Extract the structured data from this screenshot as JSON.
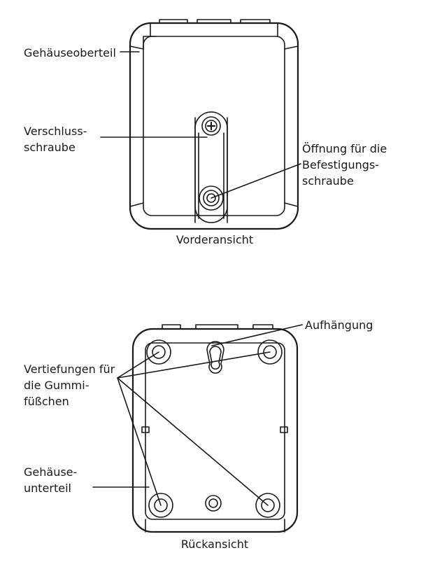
{
  "front_view": {
    "caption": "Vorderansicht",
    "labels": {
      "housing_top": "Gehäuseoberteil",
      "locking_screw": [
        "Verschluss-",
        "schraube"
      ],
      "mounting_hole": [
        "Öffnung für die",
        "Befestigungs-",
        "schraube"
      ]
    }
  },
  "back_view": {
    "caption": "Rückansicht",
    "labels": {
      "hanger": "Aufhängung",
      "rubber_feet_recesses": [
        "Vertiefungen für",
        "die Gummi-",
        "füßchen"
      ],
      "housing_bottom": [
        "Gehäuse-",
        "unterteil"
      ]
    }
  },
  "colors": {
    "stroke": "#1a1a1a",
    "background": "#ffffff"
  }
}
